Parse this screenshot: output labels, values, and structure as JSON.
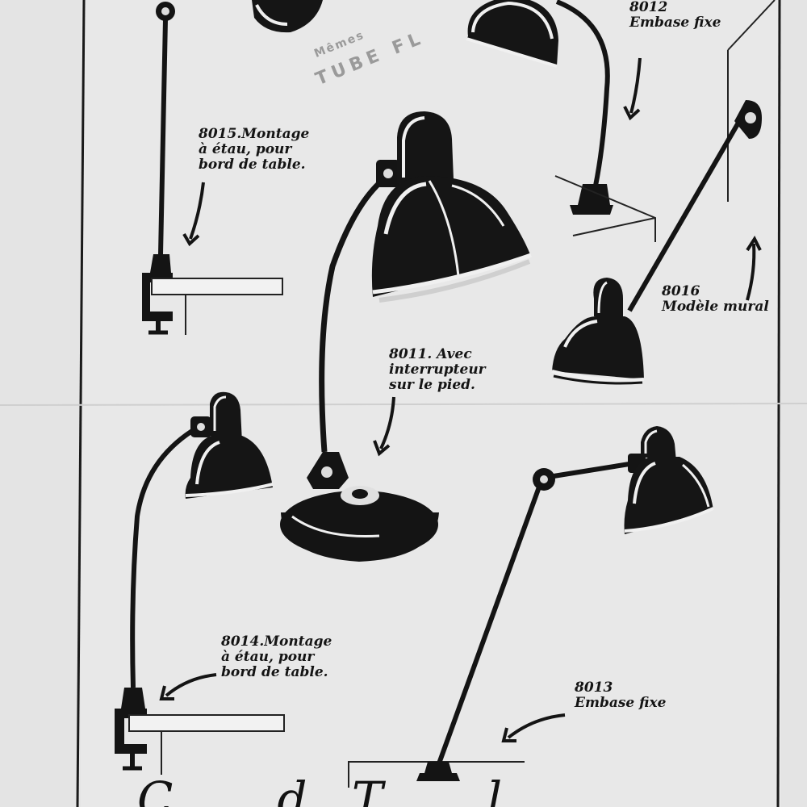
{
  "stamp": {
    "line1": "Mêmes",
    "line2": "TUBE FL"
  },
  "labels": {
    "m8012": {
      "num": "8012",
      "desc": "Embase fixe"
    },
    "m8015": {
      "line1": "8015.Montage",
      "line2": "à étau, pour",
      "line3": "bord de table."
    },
    "m8016": {
      "num": "8016",
      "desc": "Modèle mural"
    },
    "m8011": {
      "line1": "8011. Avec",
      "line2": "interrupteur",
      "line3": "sur le pied."
    },
    "m8014": {
      "line1": "8014.Montage",
      "line2": "à étau, pour",
      "line3": "bord de table."
    },
    "m8013": {
      "num": "8013",
      "desc": "Embase fixe"
    }
  },
  "footer": {
    "title": "C . . . d . T . . . l"
  },
  "icons": [
    "desk-lamp-icon",
    "clamp-lamp-icon",
    "wall-lamp-icon",
    "arrow-icon"
  ],
  "colors": {
    "paper": "#e4e4e4",
    "ink": "#111111",
    "highlight": "#f2f2f2"
  }
}
